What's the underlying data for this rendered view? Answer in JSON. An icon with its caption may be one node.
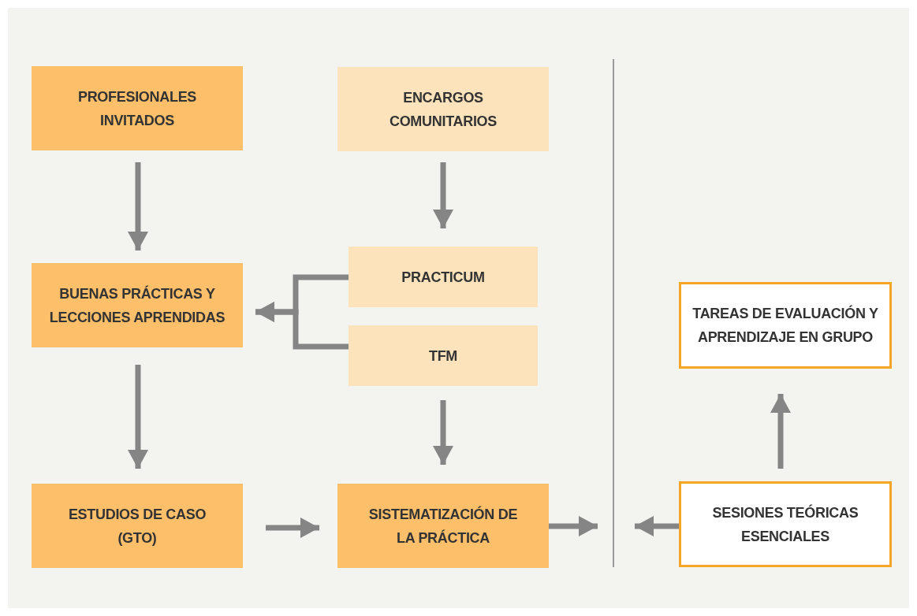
{
  "diagram": {
    "nodes": [
      {
        "text": [
          "PROFESIONALES INVITADOS"
        ]
      },
      {
        "text": [
          "ENCARGOS COMUNITARIOS"
        ]
      },
      {
        "text": [
          "BUENAS PRÁCTICAS Y LECCIONES APRENDIDAS"
        ]
      },
      {
        "text": [
          "PRACTICUM"
        ]
      },
      {
        "text": [
          "TFM"
        ]
      },
      {
        "text": [
          "TAREAS DE EVALUACIÓN Y APRENDIZAJE EN GRUPO"
        ]
      },
      {
        "text": [
          "ESTUDIOS DE CASO (GTO)"
        ]
      },
      {
        "text": [
          "SISTEMATIZACIÓN DE LA PRÁCTICA"
        ]
      },
      {
        "text": [
          "SESIONES TEÓRICAS ESENCIALES"
        ]
      }
    ],
    "edges": [
      {
        "from": 0,
        "to": 2,
        "arrow": "to"
      },
      {
        "from": 1,
        "to": 3,
        "arrow": "to"
      },
      {
        "from": 3,
        "to": 2,
        "arrow": "to"
      },
      {
        "from": 4,
        "to": 2,
        "arrow": "to"
      },
      {
        "from": 2,
        "to": 6,
        "arrow": "to"
      },
      {
        "from": 4,
        "to": 7,
        "arrow": "to"
      },
      {
        "from": 6,
        "to": 7,
        "arrow": "to"
      },
      {
        "from": 7,
        "to": null,
        "arrow": "to"
      },
      {
        "from": 8,
        "to": null,
        "arrow": "to"
      },
      {
        "from": 8,
        "to": 5,
        "arrow": "to"
      }
    ]
  }
}
